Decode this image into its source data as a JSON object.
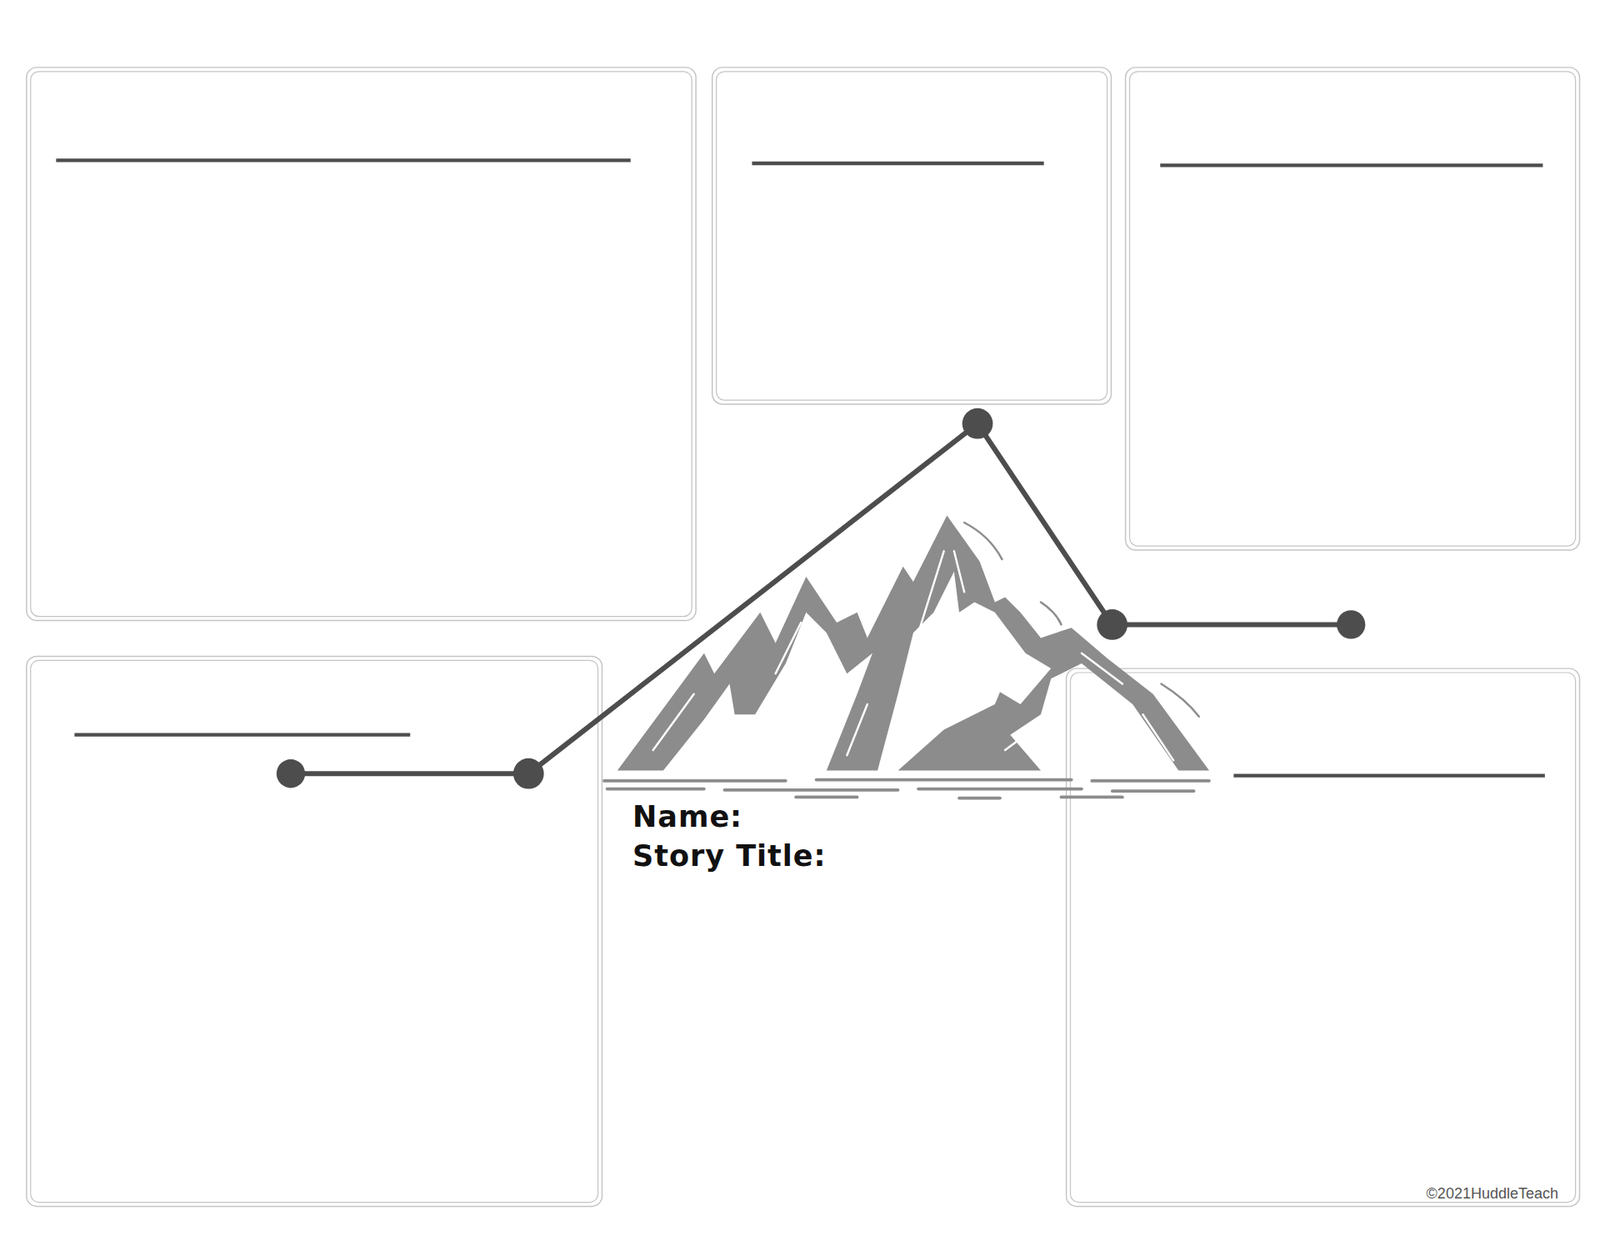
{
  "diagram": {
    "labels": [
      "Name:",
      "Story Title:",
      "©2021HuddleTeach"
    ]
  }
}
